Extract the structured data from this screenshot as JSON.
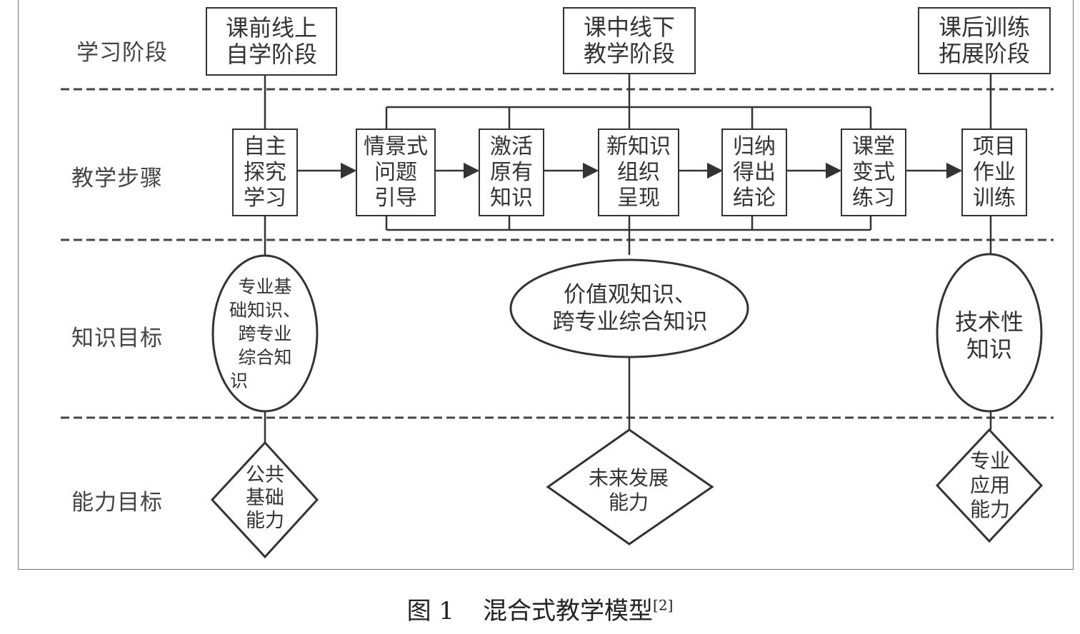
{
  "rows": {
    "stage": "学习阶段",
    "steps": "教学步骤",
    "knowledge": "知识目标",
    "ability": "能力目标"
  },
  "stages": {
    "pre": [
      "课前线上",
      "自学阶段"
    ],
    "mid": [
      "课中线下",
      "教学阶段"
    ],
    "post": [
      "课后训练",
      "拓展阶段"
    ]
  },
  "steps": {
    "s1": [
      "自主",
      "探究",
      "学习"
    ],
    "s2": [
      "情景式",
      "问题",
      "引导"
    ],
    "s3": [
      "激活",
      "原有",
      "知识"
    ],
    "s4": [
      "新知识",
      "组织",
      "呈现"
    ],
    "s5": [
      "归纳",
      "得出",
      "结论"
    ],
    "s6": [
      "课堂",
      "变式",
      "练习"
    ],
    "s7": [
      "项目",
      "作业",
      "训练"
    ]
  },
  "knowledge": {
    "k1": [
      "专业基",
      "础知识、",
      "跨专业",
      "综合知",
      "识"
    ],
    "k2": [
      "价值观知识、",
      "跨专业综合知识"
    ],
    "k3": [
      "技术性",
      "知识"
    ]
  },
  "ability": {
    "a1": [
      "公共",
      "基础",
      "能力"
    ],
    "a2": [
      "未来发展",
      "能力"
    ],
    "a3": [
      "专业",
      "应用",
      "能力"
    ]
  },
  "caption": {
    "label": "图 1",
    "title": "混合式教学模型",
    "ref": "[2]"
  }
}
